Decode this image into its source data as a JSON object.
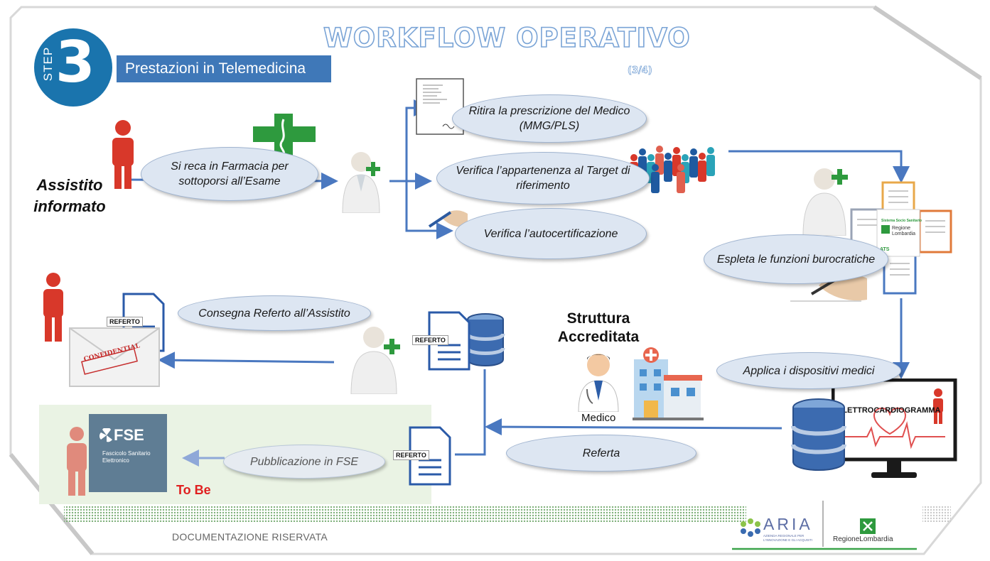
{
  "header": {
    "step_word": "STEP",
    "step_number": "3",
    "title": "WORKFLOW OPERATIVO",
    "page_indicator": "(3/4)",
    "subtitle": "Prestazioni in Telemedicina"
  },
  "actors": {
    "assistito": "Assistito informato",
    "struttura": "Struttura Accreditata",
    "medico": "Medico"
  },
  "steps": {
    "farmacia": "Si reca in Farmacia per sottoporsi all’Esame",
    "prescrizione": "Ritira la prescrizione del Medico (MMG/PLS)",
    "target": "Verifica l’appartenenza al Target di riferimento",
    "autocert": "Verifica l’autocertificazione",
    "burocratiche": "Espleta le funzioni burocratiche",
    "dispositivi": "Applica i dispositivi medici",
    "referta": "Referta",
    "consegna": "Consegna Referto all’Assistito",
    "pubblicazione": "Pubblicazione in FSE"
  },
  "documents": {
    "referto_label": "REFERTO",
    "confidential_stamp": "CONFIDENTIAL",
    "ecg_label": "ELETTROCARDIOGRAMMA",
    "ats_label": "ATS",
    "ats_header": "Sistema Socio Sanitario",
    "ats_region": "Regione Lombardia"
  },
  "fse": {
    "title": "FSE",
    "subtitle": "Fascicolo Sanitario Elettronico",
    "status": "To Be"
  },
  "footer": {
    "text": "DOCUMENTAZIONE RISERVATA",
    "aria_name": "ARIA",
    "aria_sub": "AZIENDA REGIONALE PER L'INNOVAZIONE E GLI ACQUISTI",
    "region": "RegioneLombardia"
  },
  "colors": {
    "step_blue": "#1a74ad",
    "subtitle_bg": "#3f78b8",
    "arrow_blue": "#4a78c0",
    "oval_fill": "#dde6f2",
    "person_red": "#d8382a",
    "pharmacy_green": "#2e9a3e",
    "to_be_red": "#e02020",
    "fse_panel": "#eaf3e4"
  }
}
